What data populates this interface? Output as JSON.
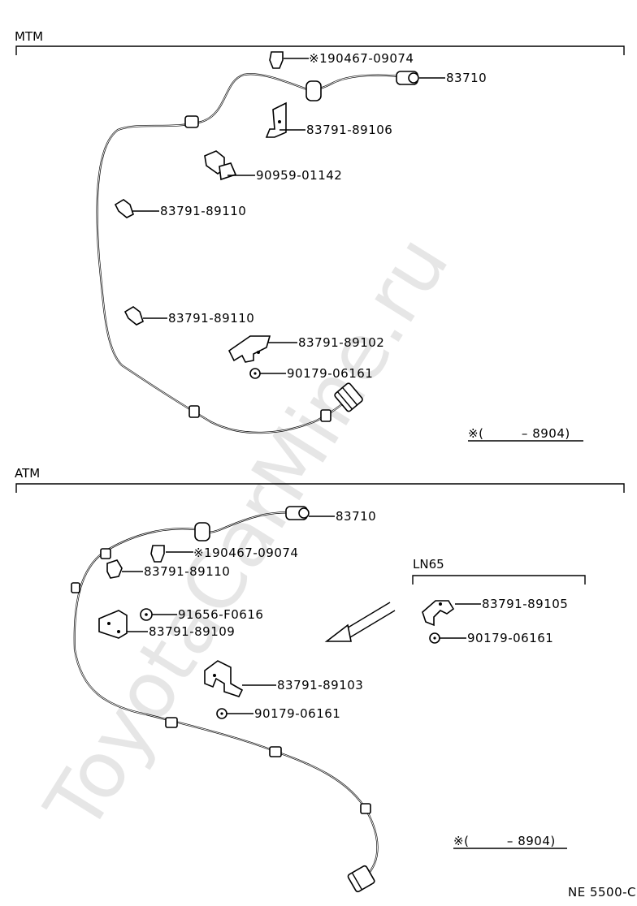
{
  "watermark": "ToyotaCarMine.ru",
  "diagram_code": "NE 5500-C",
  "sections": {
    "mtm": {
      "title": "MTM",
      "validity_note": "※(　　　– 8904)",
      "parts": [
        {
          "id": "mtm-p1",
          "label": "※190467-09074"
        },
        {
          "id": "mtm-p2",
          "label": "83710"
        },
        {
          "id": "mtm-p3",
          "label": "83791-89106"
        },
        {
          "id": "mtm-p4",
          "label": "90959-01142"
        },
        {
          "id": "mtm-p5",
          "label": "83791-89110"
        },
        {
          "id": "mtm-p6",
          "label": "83791-89110"
        },
        {
          "id": "mtm-p7",
          "label": "83791-89102"
        },
        {
          "id": "mtm-p8",
          "label": "90179-06161"
        }
      ]
    },
    "atm": {
      "title": "ATM",
      "validity_note": "※(　　　– 8904)",
      "parts": [
        {
          "id": "atm-p1",
          "label": "83710"
        },
        {
          "id": "atm-p2",
          "label": "※190467-09074"
        },
        {
          "id": "atm-p3",
          "label": "83791-89110"
        },
        {
          "id": "atm-p4",
          "label": "91656-F0616"
        },
        {
          "id": "atm-p5",
          "label": "83791-89109"
        },
        {
          "id": "atm-p6",
          "label": "83791-89103"
        },
        {
          "id": "atm-p7",
          "label": "90179-06161"
        }
      ],
      "variant": {
        "title": "LN65",
        "parts": [
          {
            "id": "ln65-p1",
            "label": "83791-89105"
          },
          {
            "id": "ln65-p2",
            "label": "90179-06161"
          }
        ]
      }
    }
  }
}
